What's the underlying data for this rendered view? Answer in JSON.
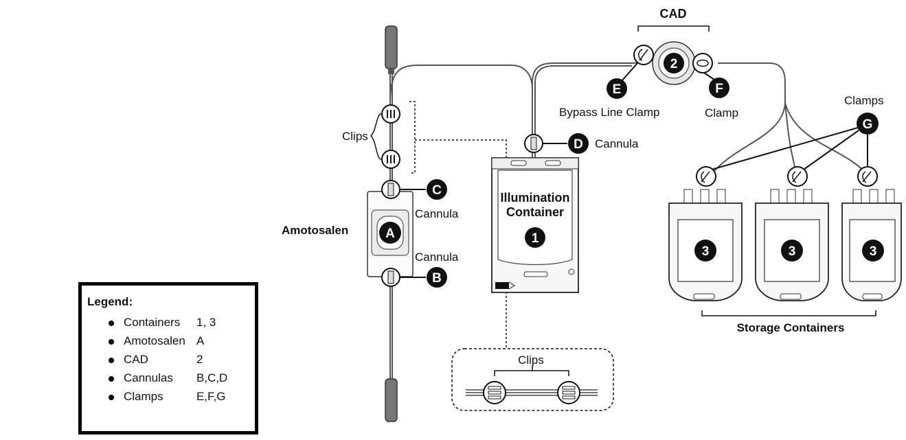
{
  "title": "CAD",
  "labels": {
    "clips": "Clips",
    "clips_detail": "Clips",
    "cannula_c": "Cannula",
    "cannula_b": "Cannula",
    "cannula_d": "Cannula",
    "amotosalen": "Amotosalen",
    "illumination_line1": "Illumination",
    "illumination_line2": "Container",
    "bypass_clamp": "Bypass Line Clamp",
    "clamp_f": "Clamp",
    "clamps_g": "Clamps",
    "storage_containers": "Storage Containers"
  },
  "badges": {
    "A": "A",
    "B": "B",
    "C": "C",
    "D": "D",
    "E": "E",
    "F": "F",
    "G": "G",
    "one": "1",
    "two": "2",
    "three_1": "3",
    "three_2": "3",
    "three_3": "3"
  },
  "legend": {
    "title": "Legend:",
    "items": [
      {
        "name": "Containers",
        "codes": "1, 3"
      },
      {
        "name": "Amotosalen",
        "codes": "A"
      },
      {
        "name": "CAD",
        "codes": "2"
      },
      {
        "name": "Cannulas",
        "codes": "B,C,D"
      },
      {
        "name": "Clamps",
        "codes": "E,F,G"
      }
    ]
  },
  "colors": {
    "line": "#1a1a1a",
    "tube": "#555555",
    "badge": "#111111",
    "bag_fill": "#f7f7f7",
    "handle": "#777777"
  }
}
